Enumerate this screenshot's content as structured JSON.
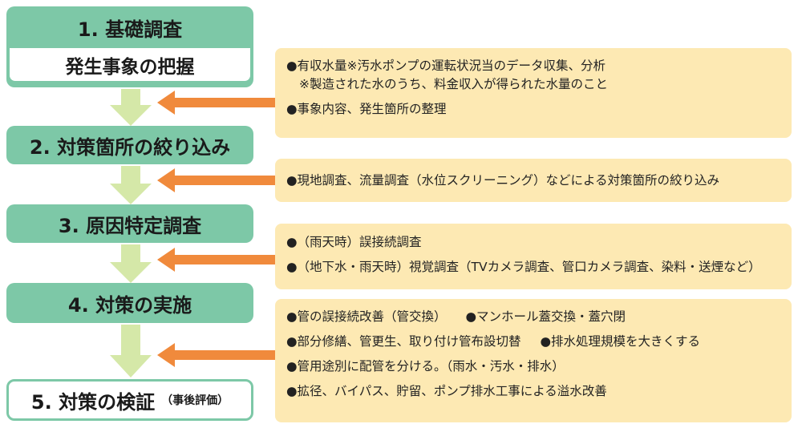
{
  "steps": [
    {
      "title": "1. 基礎調査",
      "sub": "発生事象の把握"
    },
    {
      "title": "2. 対策箇所の絞り込み"
    },
    {
      "title": "3. 原因特定調査"
    },
    {
      "title": "4. 対策の実施"
    },
    {
      "title": "5. 対策の検証",
      "sub": "（事後評価）"
    }
  ],
  "info": {
    "box1": {
      "line1": "●有収水量※汚水ポンプの運転状況当のデータ収集、分析",
      "note": "※製造された水のうち、料金収入が得られた水量のこと",
      "line2": "●事象内容、発生箇所の整理"
    },
    "box2": {
      "line1": "●現地調査、流量調査（水位スクリーニング）などによる対策箇所の絞り込み"
    },
    "box3": {
      "line1": "●（雨天時）誤接続調査",
      "line2": "●（地下水・雨天時）視覚調査（TVカメラ調査、管口カメラ調査、染料・送煙など）"
    },
    "box4": {
      "line1a": "●管の誤接続改善（管交換）",
      "line1b": "●マンホール蓋交換・蓋穴閉",
      "line2a": "●部分修繕、管更生、取り付け管布設切替",
      "line2b": "●排水処理規模を大きくする",
      "line3": "●管用途別に配管を分ける。（雨水・汚水・排水）",
      "line4": "●拡径、バイパス、貯留、ポンプ排水工事による溢水改善"
    }
  },
  "colors": {
    "step_green": "#7dc8a7",
    "down_arrow": "#d5e8a8",
    "left_arrow": "#f08a3c",
    "info_bg": "#fde9b3"
  }
}
